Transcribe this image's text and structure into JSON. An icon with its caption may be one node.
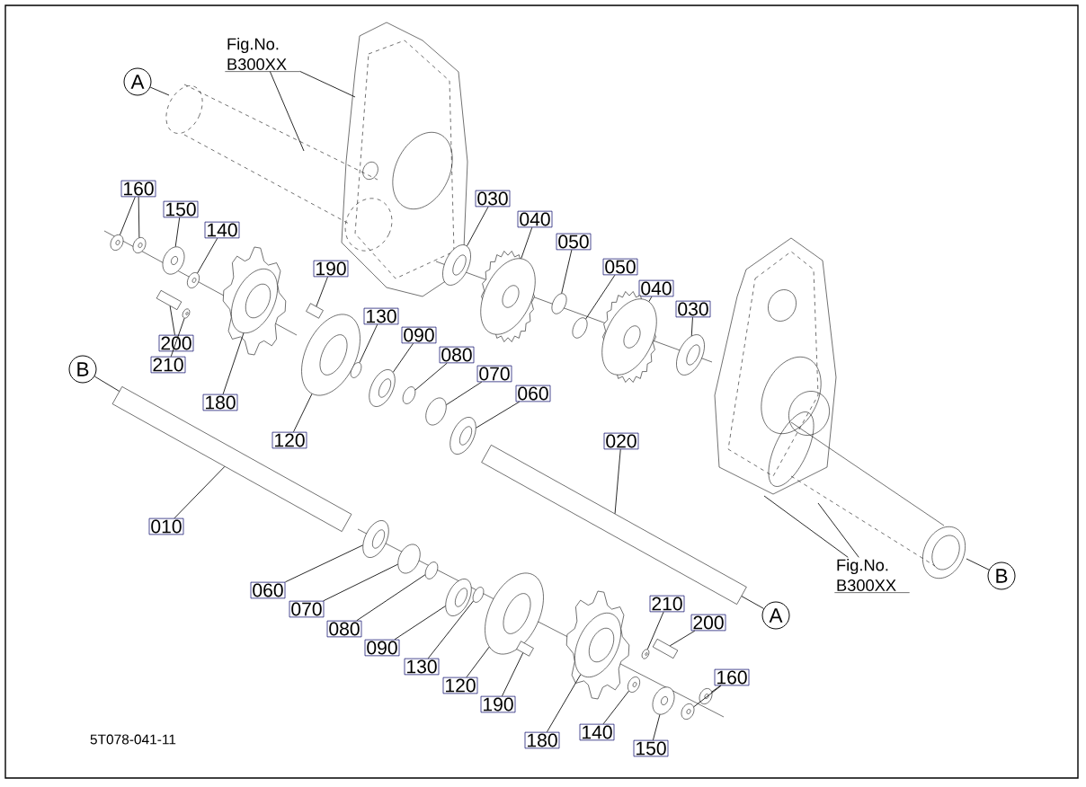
{
  "diagram": {
    "nodes": [
      {
        "text": [
          "Fig.No. B300XX"
        ]
      },
      {
        "text": [
          "A"
        ]
      },
      {
        "text": [
          "160"
        ]
      },
      {
        "text": [
          "150"
        ]
      },
      {
        "text": [
          "140"
        ]
      },
      {
        "text": [
          "190"
        ]
      },
      {
        "text": [
          "030"
        ]
      },
      {
        "text": [
          "040"
        ]
      },
      {
        "text": [
          "050"
        ]
      },
      {
        "text": [
          "050"
        ]
      },
      {
        "text": [
          "040"
        ]
      },
      {
        "text": [
          "030"
        ]
      },
      {
        "text": [
          "200"
        ]
      },
      {
        "text": [
          "210"
        ]
      },
      {
        "text": [
          "130"
        ]
      },
      {
        "text": [
          "090"
        ]
      },
      {
        "text": [
          "080"
        ]
      },
      {
        "text": [
          "070"
        ]
      },
      {
        "text": [
          "060"
        ]
      },
      {
        "text": [
          "B"
        ]
      },
      {
        "text": [
          "180"
        ]
      },
      {
        "text": [
          "120"
        ]
      },
      {
        "text": [
          "020"
        ]
      },
      {
        "text": [
          "010"
        ]
      },
      {
        "text": [
          "060"
        ]
      },
      {
        "text": [
          "070"
        ]
      },
      {
        "text": [
          "080"
        ]
      },
      {
        "text": [
          "090"
        ]
      },
      {
        "text": [
          "130"
        ]
      },
      {
        "text": [
          "120"
        ]
      },
      {
        "text": [
          "190"
        ]
      },
      {
        "text": [
          "210"
        ]
      },
      {
        "text": [
          "200"
        ]
      },
      {
        "text": [
          "160"
        ]
      },
      {
        "text": [
          "180"
        ]
      },
      {
        "text": [
          "140"
        ]
      },
      {
        "text": [
          "150"
        ]
      },
      {
        "text": [
          "A"
        ]
      },
      {
        "text": [
          "Fig.No. B300XX"
        ]
      },
      {
        "text": [
          "B"
        ]
      },
      {
        "text": [],
        "shape": "circle"
      },
      {
        "text": [],
        "shape": "circle"
      },
      {
        "text": [],
        "shape": "circle"
      },
      {
        "text": [],
        "shape": "circle"
      },
      {
        "text": [],
        "shape": "bar"
      },
      {
        "text": [],
        "shape": "circle"
      },
      {
        "text": [],
        "shape": "picture"
      },
      {
        "text": [],
        "shape": "circle"
      },
      {
        "text": [],
        "shape": "circle"
      },
      {
        "text": [],
        "shape": "picture"
      },
      {
        "text": [],
        "shape": "circle"
      },
      {
        "text": [],
        "shape": "bar"
      },
      {
        "text": [],
        "shape": "circle"
      },
      {
        "text": [],
        "shape": "circle"
      },
      {
        "text": [],
        "shape": "circle"
      },
      {
        "text": [],
        "shape": "circle"
      },
      {
        "text": [],
        "shape": "circle"
      },
      {
        "text": [],
        "shape": "circle"
      },
      {
        "text": [],
        "shape": "picture"
      },
      {
        "text": [],
        "shape": "circle"
      },
      {
        "text": [],
        "shape": "bar"
      },
      {
        "text": [],
        "shape": "bar"
      },
      {
        "text": [],
        "shape": "circle"
      },
      {
        "text": [],
        "shape": "circle"
      },
      {
        "text": [],
        "shape": "circle"
      },
      {
        "text": [],
        "shape": "circle"
      },
      {
        "text": [],
        "shape": "circle"
      },
      {
        "text": [],
        "shape": "circle"
      },
      {
        "text": [],
        "shape": "bar"
      },
      {
        "text": [],
        "shape": "circle"
      },
      {
        "text": [],
        "shape": "bar"
      },
      {
        "text": [],
        "shape": "circle"
      },
      {
        "text": [],
        "shape": "circle"
      },
      {
        "text": [],
        "shape": "picture"
      },
      {
        "text": [],
        "shape": "circle"
      },
      {
        "text": [],
        "shape": "circle"
      }
    ],
    "edges": [
      {
        "from": 0,
        "to": null,
        "arrow": "none"
      },
      {
        "from": 0,
        "to": null,
        "arrow": "none"
      },
      {
        "from": 1,
        "to": null,
        "arrow": "none"
      },
      {
        "from": 2,
        "to": 40,
        "arrow": "none"
      },
      {
        "from": 2,
        "to": 41,
        "arrow": "none"
      },
      {
        "from": 3,
        "to": 42,
        "arrow": "none"
      },
      {
        "from": 4,
        "to": 43,
        "arrow": "none"
      },
      {
        "from": 5,
        "to": 44,
        "arrow": "none"
      },
      {
        "from": 6,
        "to": 45,
        "arrow": "none"
      },
      {
        "from": 7,
        "to": 46,
        "arrow": "none"
      },
      {
        "from": 8,
        "to": 47,
        "arrow": "none"
      },
      {
        "from": 9,
        "to": 48,
        "arrow": "none"
      },
      {
        "from": 10,
        "to": 49,
        "arrow": "none"
      },
      {
        "from": 11,
        "to": 50,
        "arrow": "none"
      },
      {
        "from": 12,
        "to": 51,
        "arrow": "none"
      },
      {
        "from": 13,
        "to": 52,
        "arrow": "none"
      },
      {
        "from": 14,
        "to": 53,
        "arrow": "none"
      },
      {
        "from": 15,
        "to": 54,
        "arrow": "none"
      },
      {
        "from": 16,
        "to": 55,
        "arrow": "none"
      },
      {
        "from": 17,
        "to": 56,
        "arrow": "none"
      },
      {
        "from": 18,
        "to": 57,
        "arrow": "none"
      },
      {
        "from": 19,
        "to": 61,
        "arrow": "none"
      },
      {
        "from": 20,
        "to": 58,
        "arrow": "none"
      },
      {
        "from": 21,
        "to": 59,
        "arrow": "none"
      },
      {
        "from": 22,
        "to": 60,
        "arrow": "none"
      },
      {
        "from": 23,
        "to": 61,
        "arrow": "none"
      },
      {
        "from": 24,
        "to": 62,
        "arrow": "none"
      },
      {
        "from": 25,
        "to": 63,
        "arrow": "none"
      },
      {
        "from": 26,
        "to": 64,
        "arrow": "none"
      },
      {
        "from": 27,
        "to": 65,
        "arrow": "none"
      },
      {
        "from": 28,
        "to": 66,
        "arrow": "none"
      },
      {
        "from": 29,
        "to": 67,
        "arrow": "none"
      },
      {
        "from": 30,
        "to": 68,
        "arrow": "none"
      },
      {
        "from": 31,
        "to": 69,
        "arrow": "none"
      },
      {
        "from": 32,
        "to": 70,
        "arrow": "none"
      },
      {
        "from": 33,
        "to": 71,
        "arrow": "none"
      },
      {
        "from": 33,
        "to": 72,
        "arrow": "none"
      },
      {
        "from": 34,
        "to": 73,
        "arrow": "none"
      },
      {
        "from": 35,
        "to": 74,
        "arrow": "none"
      },
      {
        "from": 36,
        "to": 75,
        "arrow": "none"
      },
      {
        "from": 37,
        "to": 60,
        "arrow": "none"
      },
      {
        "from": 38,
        "to": null,
        "arrow": "none"
      },
      {
        "from": 38,
        "to": null,
        "arrow": "none"
      },
      {
        "from": 39,
        "to": null,
        "arrow": "none"
      }
    ],
    "labels": [
      "5T078-041-11"
    ]
  }
}
